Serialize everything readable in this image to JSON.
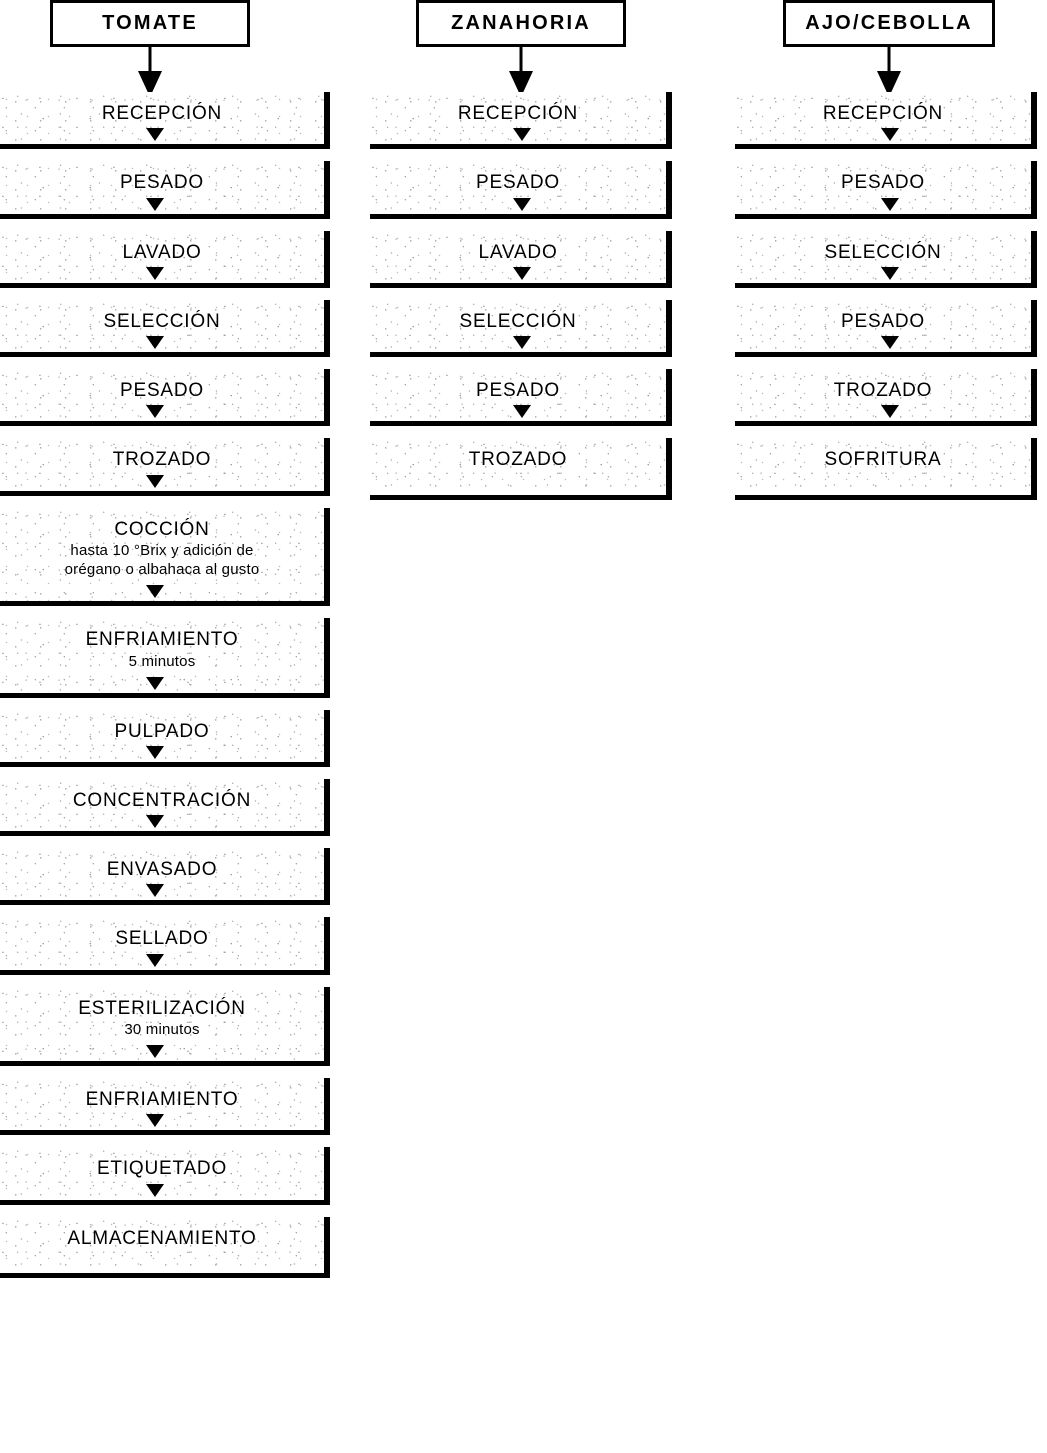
{
  "diagram": {
    "title_hidden": "",
    "columns": [
      {
        "id": "tomate",
        "header": "TOMATE",
        "steps": [
          {
            "label": "RECEPCIÓN",
            "sub": "",
            "arrow": true
          },
          {
            "label": "PESADO",
            "sub": "",
            "arrow": true
          },
          {
            "label": "LAVADO",
            "sub": "",
            "arrow": true
          },
          {
            "label": "SELECCIÓN",
            "sub": "",
            "arrow": true
          },
          {
            "label": "PESADO",
            "sub": "",
            "arrow": true
          },
          {
            "label": "TROZADO",
            "sub": "",
            "arrow": true
          },
          {
            "label": "COCCIÓN",
            "sub": "hasta 10 °Brix y adición de\norégano o albahaca al gusto",
            "arrow": true
          },
          {
            "label": "ENFRIAMIENTO",
            "sub": "5 minutos",
            "arrow": true
          },
          {
            "label": "PULPADO",
            "sub": "",
            "arrow": true
          },
          {
            "label": "CONCENTRACIÓN",
            "sub": "",
            "arrow": true
          },
          {
            "label": "ENVASADO",
            "sub": "",
            "arrow": true
          },
          {
            "label": "SELLADO",
            "sub": "",
            "arrow": true
          },
          {
            "label": "ESTERILIZACIÓN",
            "sub": "30 minutos",
            "arrow": true
          },
          {
            "label": "ENFRIAMIENTO",
            "sub": "",
            "arrow": true
          },
          {
            "label": "ETIQUETADO",
            "sub": "",
            "arrow": true
          },
          {
            "label": "ALMACENAMIENTO",
            "sub": "",
            "arrow": false
          }
        ]
      },
      {
        "id": "zanahoria",
        "header": "ZANAHORIA",
        "steps": [
          {
            "label": "RECEPCIÓN",
            "sub": "",
            "arrow": true
          },
          {
            "label": "PESADO",
            "sub": "",
            "arrow": true
          },
          {
            "label": "LAVADO",
            "sub": "",
            "arrow": true
          },
          {
            "label": "SELECCIÓN",
            "sub": "",
            "arrow": true
          },
          {
            "label": "PESADO",
            "sub": "",
            "arrow": true
          },
          {
            "label": "TROZADO",
            "sub": "",
            "arrow": false
          }
        ]
      },
      {
        "id": "ajo-cebolla",
        "header": "AJO/CEBOLLA",
        "steps": [
          {
            "label": "RECEPCIÓN",
            "sub": "",
            "arrow": true
          },
          {
            "label": "PESADO",
            "sub": "",
            "arrow": true
          },
          {
            "label": "SELECCIÓN",
            "sub": "",
            "arrow": true
          },
          {
            "label": "PESADO",
            "sub": "",
            "arrow": true
          },
          {
            "label": "TROZADO",
            "sub": "",
            "arrow": true
          },
          {
            "label": "SOFRITURA",
            "sub": "",
            "arrow": false
          }
        ]
      }
    ]
  },
  "colors": {
    "ink": "#000000",
    "paper": "#ffffff",
    "shadow": "#000000"
  }
}
